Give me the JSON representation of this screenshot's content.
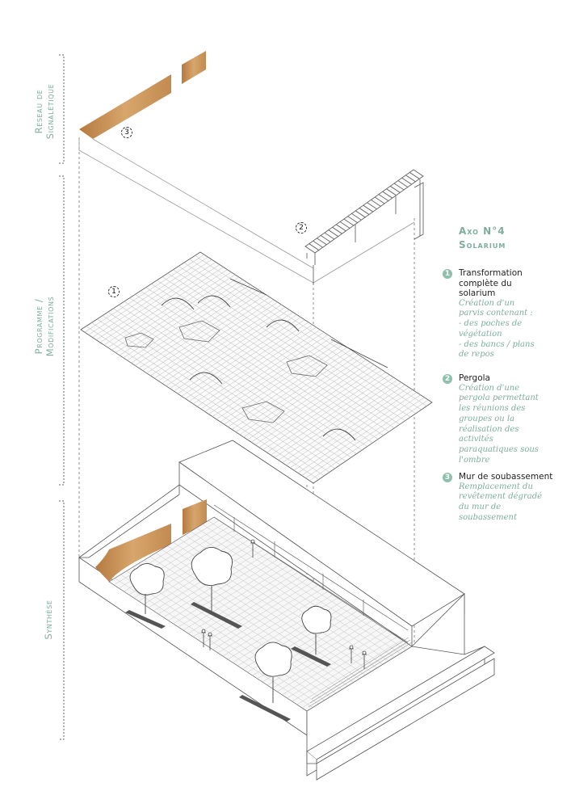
{
  "side_labels": {
    "reseau": [
      "Réseau de",
      "Signalétique"
    ],
    "programme": [
      "Programme /",
      "Modifications"
    ],
    "synthese": [
      "Synthèse"
    ]
  },
  "legend": {
    "title_line1": "Axo N°4",
    "title_line2": "Solarium",
    "items": [
      {
        "number": "1",
        "title": [
          "Transformation",
          "complète du",
          "solarium"
        ],
        "description": [
          "Création d'un",
          "parvis contenant :",
          "- des poches de",
          "végétation",
          "- des bancs / plans",
          "de repos"
        ]
      },
      {
        "number": "2",
        "title": [
          "Pergola"
        ],
        "description": [
          "Création d'une",
          "pergola permettant",
          "les réunions des",
          "groupes ou la",
          "réalisation des",
          "activités",
          "paraquatiques sous",
          "l'ombre"
        ]
      },
      {
        "number": "3",
        "title": [
          "Mur de soubassement"
        ],
        "description": [
          "Remplacement du",
          "revêtement dégradé",
          "du mur de",
          "soubassement"
        ]
      }
    ]
  },
  "callouts": [
    "1",
    "2",
    "3"
  ],
  "colors": {
    "accent": "#7fae9d",
    "number_circle": "#8fbfad",
    "wood": "#c48d52",
    "line": "#555555"
  }
}
